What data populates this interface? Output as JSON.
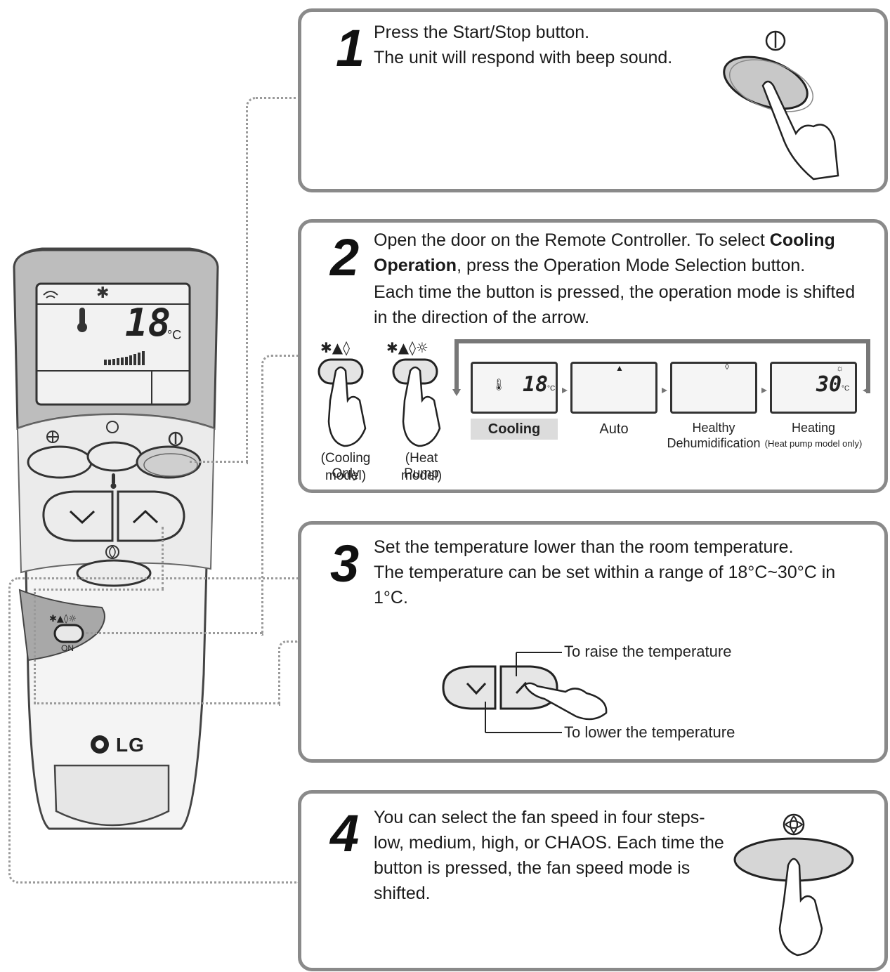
{
  "steps": [
    {
      "number": "1",
      "line1": "Press the Start/Stop button.",
      "line2": "The unit will respond with beep sound."
    },
    {
      "number": "2",
      "p1": "Open the door on the Remote Controller. To select ",
      "bold1": "Cooling",
      "bold2": "Operation",
      "p2": ", press the Operation Mode Selection button.",
      "line3": "Each time the button is pressed, the operation mode is shifted",
      "line4": "in the direction of the arrow."
    },
    {
      "number": "3",
      "line1": "Set the temperature lower than the room temperature.",
      "line2": "The temperature can be set within a range of 18°C~30°C in",
      "line3": "1°C.",
      "raise_label": "To raise the temperature",
      "lower_label": "To lower the temperature"
    },
    {
      "number": "4",
      "line1": "You can select the fan speed in four steps-",
      "line2": "low, medium, high, or CHAOS. Each time the",
      "line3": "button is pressed, the fan speed mode is",
      "line4": "shifted."
    }
  ],
  "modes": {
    "cooling_only_label1": "(Cooling Only",
    "cooling_only_label2": "model)",
    "heat_pump_label1": "(Heat Pump",
    "heat_pump_label2": "model)",
    "screens": [
      {
        "label": "Cooling",
        "value": "18",
        "unit": "°C"
      },
      {
        "label": "Auto",
        "value": "",
        "unit": ""
      },
      {
        "label1": "Healthy",
        "label2": "Dehumidification",
        "value": "",
        "unit": ""
      },
      {
        "label1": "Heating",
        "label2": "(Heat pump model only)",
        "value": "30",
        "unit": "°C"
      }
    ]
  },
  "remote": {
    "display_temp": "18",
    "display_unit": "°C",
    "door_label": "ON",
    "brand": "LG"
  },
  "colors": {
    "panel_border": "#8a8a8a",
    "dotted": "#9a9a9a",
    "button_fill": "#d0d0d0",
    "cooling_highlight": "#dcdcdc"
  }
}
